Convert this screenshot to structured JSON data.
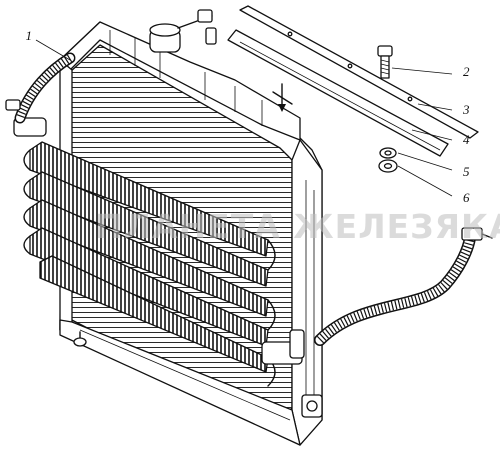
{
  "watermark": "ПЛАНЕТА ЖЕЛЕЗЯКА",
  "callouts": [
    {
      "id": "1",
      "label": "1"
    },
    {
      "id": "2",
      "label": "2"
    },
    {
      "id": "3",
      "label": "3"
    },
    {
      "id": "4",
      "label": "4"
    },
    {
      "id": "5",
      "label": "5"
    },
    {
      "id": "6",
      "label": "6"
    }
  ],
  "colors": {
    "ink": "#111111",
    "paper": "#ffffff",
    "watermark": "#bdbdbd"
  }
}
